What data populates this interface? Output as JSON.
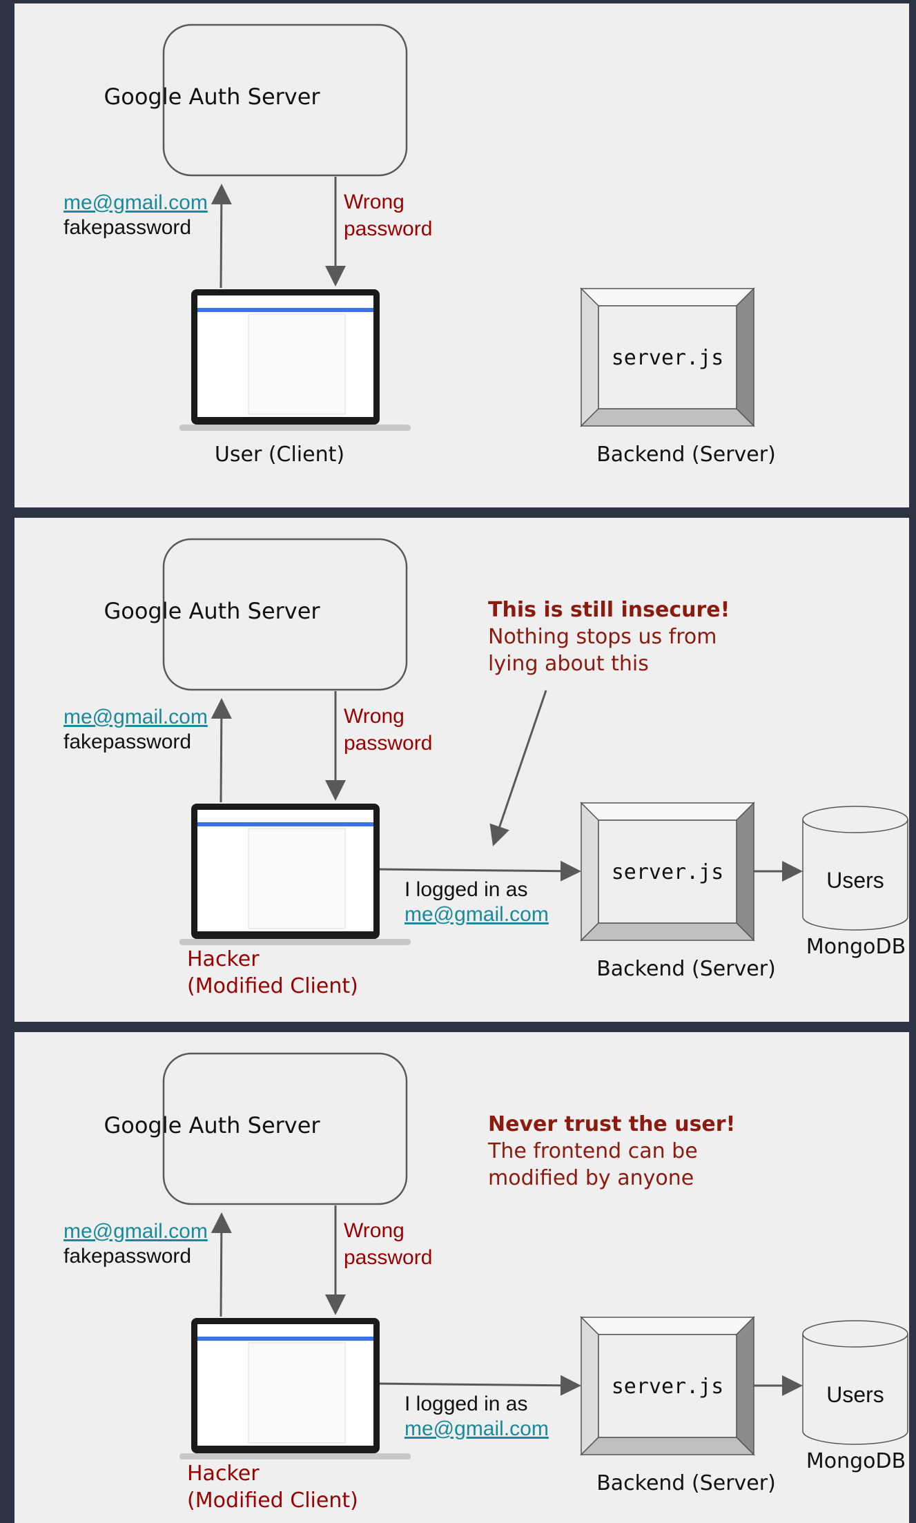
{
  "colors": {
    "background": "#2d3343",
    "panel": "#efefef",
    "link": "#1a8a9a",
    "error": "#990000",
    "note": "#8b1a0f",
    "arrow": "#595959"
  },
  "panels": [
    {
      "auth_server": "Google Auth Server",
      "credentials": {
        "email": "me@gmail.com",
        "password": "fakepassword"
      },
      "response": "Wrong\npassword",
      "client_label": "User (Client)",
      "server_file": "server.js",
      "backend_label": "Backend (Server)"
    },
    {
      "auth_server": "Google Auth Server",
      "credentials": {
        "email": "me@gmail.com",
        "password": "fakepassword"
      },
      "response": "Wrong\npassword",
      "client_label": "Hacker\n(Modified Client)",
      "claim": {
        "text": "I logged in as",
        "email": "me@gmail.com"
      },
      "server_file": "server.js",
      "backend_label": "Backend (Server)",
      "db_collection": "Users",
      "db_label": "MongoDB",
      "note": {
        "title": "This is still insecure!",
        "body": "Nothing stops us from\nlying about this"
      }
    },
    {
      "auth_server": "Google Auth Server",
      "credentials": {
        "email": "me@gmail.com",
        "password": "fakepassword"
      },
      "response": "Wrong\npassword",
      "client_label": "Hacker\n(Modified Client)",
      "claim": {
        "text": "I logged in as",
        "email": "me@gmail.com"
      },
      "server_file": "server.js",
      "backend_label": "Backend (Server)",
      "db_collection": "Users",
      "db_label": "MongoDB",
      "note": {
        "title": "Never trust the user!",
        "body": "The frontend can be\nmodified by anyone"
      }
    }
  ]
}
